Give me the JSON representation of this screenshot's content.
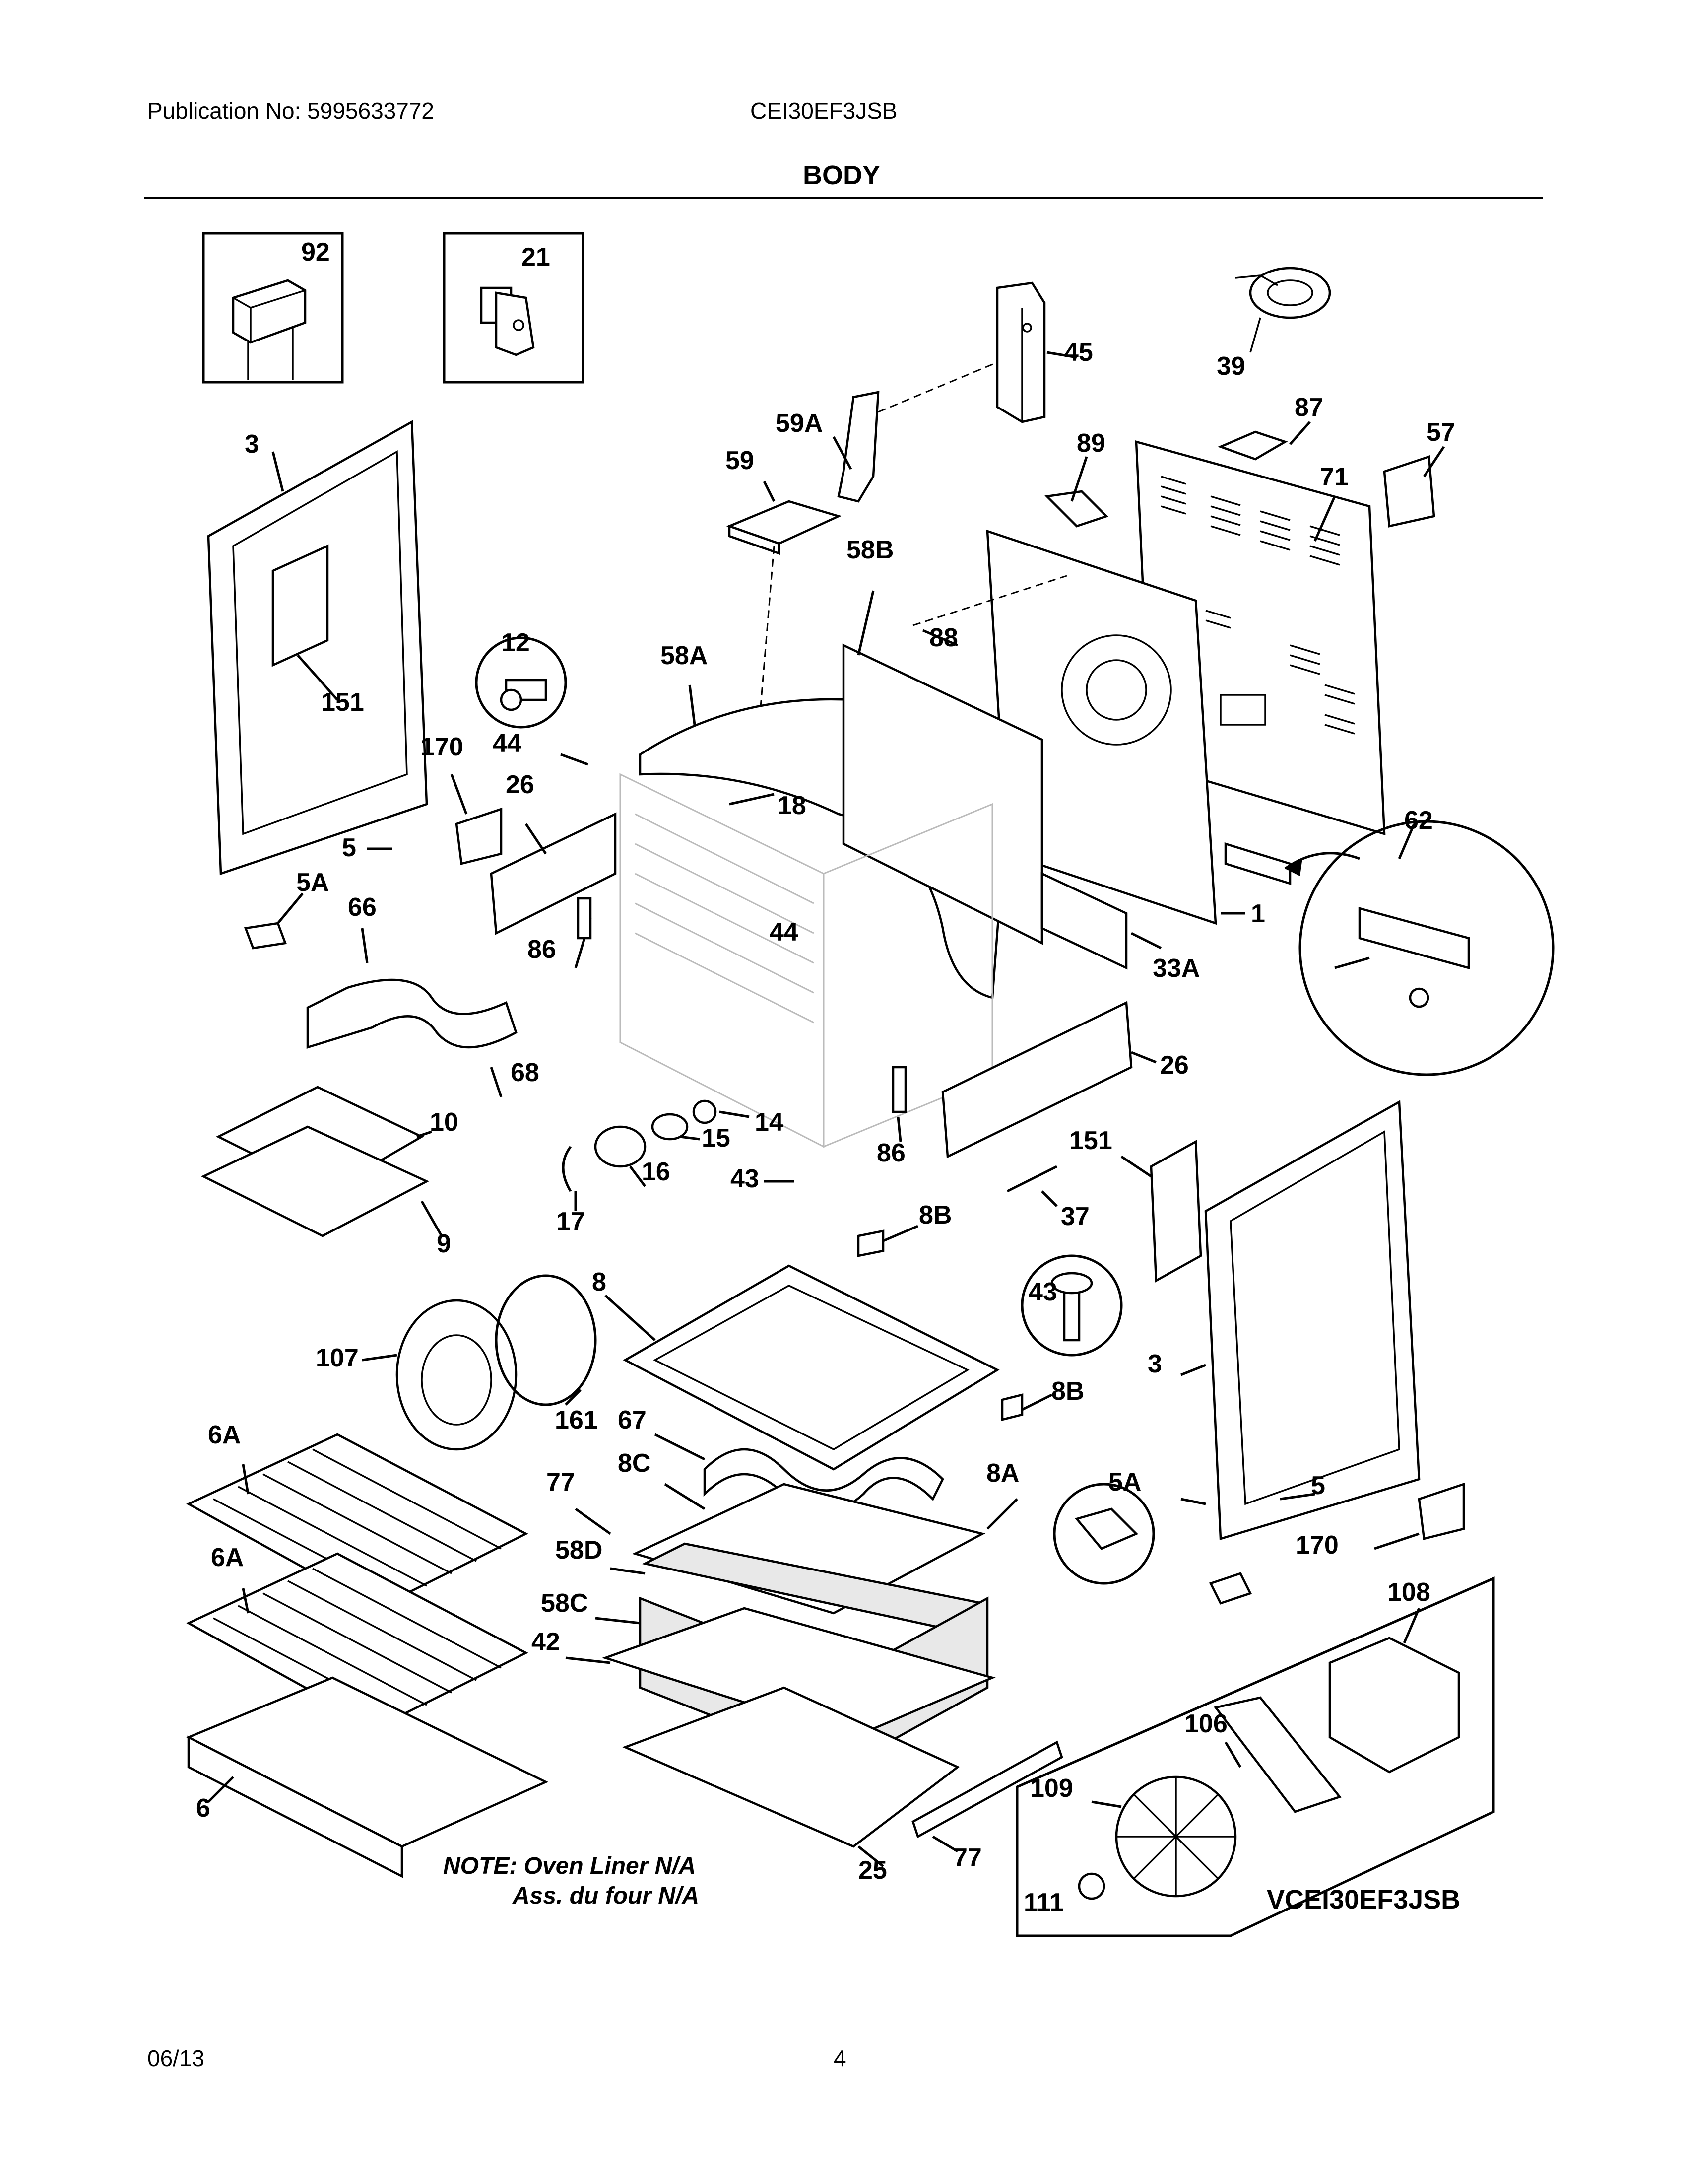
{
  "header": {
    "publication": "Publication No: 5995633772",
    "model": "CEI30EF3JSB",
    "section_title": "BODY"
  },
  "footer": {
    "date": "06/13",
    "page": "4"
  },
  "note": {
    "line1": "NOTE: Oven Liner N/A",
    "line2": "Ass. du four N/A"
  },
  "inset": {
    "model": "VCEI30EF3JSB"
  },
  "callouts": {
    "c92": "92",
    "c21": "21",
    "c45": "45",
    "c39": "39",
    "c87": "87",
    "c57": "57",
    "c71": "71",
    "c89": "89",
    "c59A": "59A",
    "c59": "59",
    "c3a": "3",
    "c58B": "58B",
    "c88": "88",
    "c12": "12",
    "c58A": "58A",
    "c151a": "151",
    "c44a": "44",
    "c170a": "170",
    "c26a": "26",
    "c18": "18",
    "c62": "62",
    "c5a": "5",
    "c5Aa": "5A",
    "c66": "66",
    "c86a": "86",
    "c44b": "44",
    "c1": "1",
    "c33A": "33A",
    "c68": "68",
    "c10": "10",
    "c14": "14",
    "c26b": "26",
    "c15": "15",
    "c86b": "86",
    "c16": "16",
    "c151b": "151",
    "c9": "9",
    "c43a": "43",
    "c17": "17",
    "c37": "37",
    "c8B": "8B",
    "c8": "8",
    "c43b": "43",
    "c107": "107",
    "c161": "161",
    "c3b": "3",
    "c8Bb": "8B",
    "c6Aa": "6A",
    "c67": "67",
    "c8C": "8C",
    "c77a": "77",
    "c8A": "8A",
    "c5Ab": "5A",
    "c5b": "5",
    "c58D": "58D",
    "c6Ab": "6A",
    "c170b": "170",
    "c58C": "58C",
    "c42": "42",
    "c108": "108",
    "c106": "106",
    "c6": "6",
    "c109": "109",
    "c25": "25",
    "c77b": "77",
    "c111": "111"
  }
}
